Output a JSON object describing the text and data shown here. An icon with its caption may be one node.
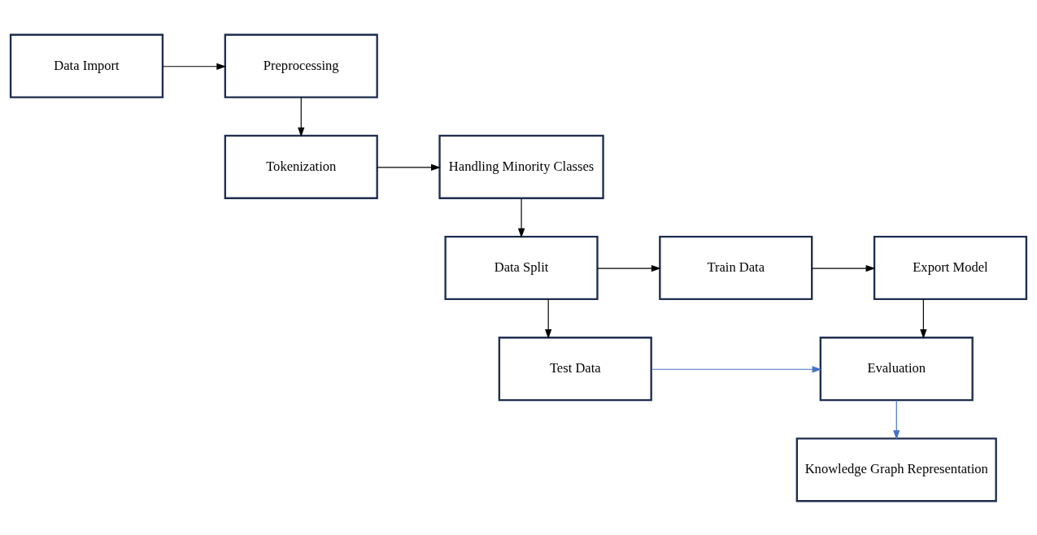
{
  "diagram": {
    "nodes": [
      {
        "text": [
          "Data Import"
        ]
      },
      {
        "text": [
          "Preprocessing"
        ]
      },
      {
        "text": [
          "Tokenization"
        ]
      },
      {
        "text": [
          "Handling Minority Classes"
        ]
      },
      {
        "text": [
          "Data Split"
        ]
      },
      {
        "text": [
          "Train Data"
        ]
      },
      {
        "text": [
          "Export Model"
        ]
      },
      {
        "text": [
          "Test Data"
        ]
      },
      {
        "text": [
          "Evaluation"
        ]
      },
      {
        "text": [
          "Knowledge Graph Representation"
        ]
      }
    ],
    "edges": [
      {
        "from": 0,
        "to": 1,
        "arrow": "to"
      },
      {
        "from": 1,
        "to": 2,
        "arrow": "to"
      },
      {
        "from": 2,
        "to": 3,
        "arrow": "to"
      },
      {
        "from": 3,
        "to": 4,
        "arrow": "to"
      },
      {
        "from": 4,
        "to": 5,
        "arrow": "to"
      },
      {
        "from": 5,
        "to": 6,
        "arrow": "to"
      },
      {
        "from": 6,
        "to": 8,
        "arrow": "to"
      },
      {
        "from": 4,
        "to": 7,
        "arrow": "to"
      },
      {
        "from": 7,
        "to": 8,
        "arrow": "to",
        "color": "#4472c4"
      },
      {
        "from": 8,
        "to": 9,
        "arrow": "to",
        "color": "#4472c4"
      }
    ]
  }
}
